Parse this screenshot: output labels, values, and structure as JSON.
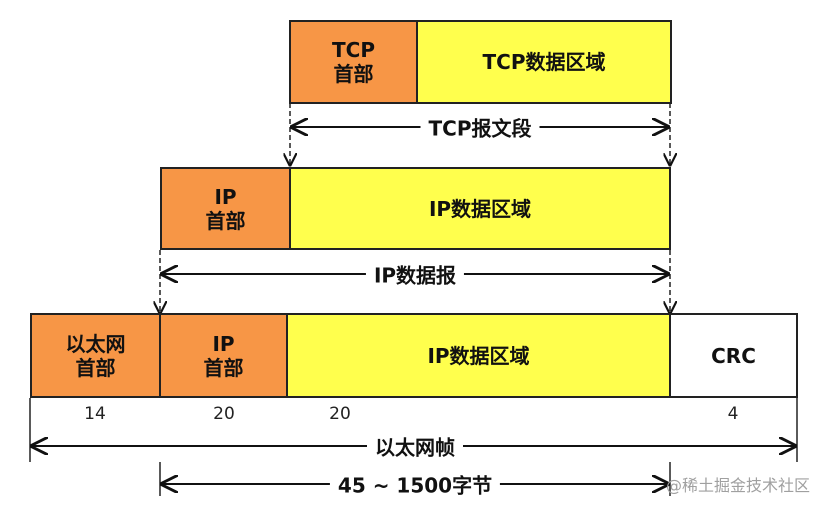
{
  "tcp_segment": {
    "header": "TCP\n首部",
    "data": "TCP数据区域",
    "span_label": "TCP报文段"
  },
  "ip_datagram": {
    "header": "IP\n首部",
    "data": "IP数据区域",
    "span_label": "IP数据报"
  },
  "ethernet_frame": {
    "header": "以太网\n首部",
    "ip_header": "IP\n首部",
    "data": "IP数据区域",
    "crc": "CRC",
    "sizes": [
      "14",
      "20",
      "20",
      "4"
    ],
    "span_label": "以太网帧",
    "payload_label": "45 ~ 1500字节"
  },
  "watermark": "@稀土掘金技术社区",
  "colors": {
    "header": "#f79646",
    "data": "#ffff4d",
    "crc": "#ffffff",
    "border": "#222222"
  }
}
